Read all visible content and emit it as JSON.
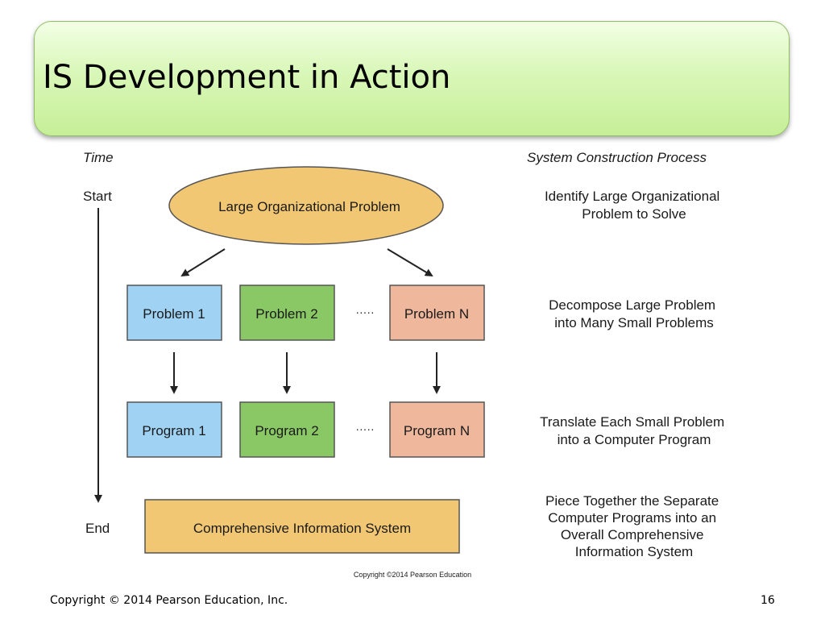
{
  "slide": {
    "title": "IS Development in Action",
    "footer_copyright": "Copyright © 2014 Pearson Education, Inc.",
    "page_number": "16"
  },
  "diagram": {
    "time_header": "Time",
    "process_header": "System Construction Process",
    "start_label": "Start",
    "end_label": "End",
    "root_problem": "Large Organizational Problem",
    "problems": [
      "Problem 1",
      "Problem 2",
      "Problem N"
    ],
    "programs": [
      "Program 1",
      "Program 2",
      "Program N"
    ],
    "ellipsis": "·····",
    "final_system": "Comprehensive Information System",
    "steps": [
      [
        "Identify Large Organizational",
        "Problem to Solve"
      ],
      [
        "Decompose Large Problem",
        "into Many Small Problems"
      ],
      [
        "Translate Each Small Problem",
        "into a Computer Program"
      ],
      [
        "Piece Together the Separate",
        "Computer Programs into an",
        "Overall Comprehensive",
        "Information System"
      ]
    ],
    "image_credit": "Copyright ©2014 Pearson Education",
    "colors": {
      "gold": "#f2c774",
      "blue": "#9fd2f3",
      "green": "#8ac865",
      "salmon": "#efb89d"
    }
  }
}
